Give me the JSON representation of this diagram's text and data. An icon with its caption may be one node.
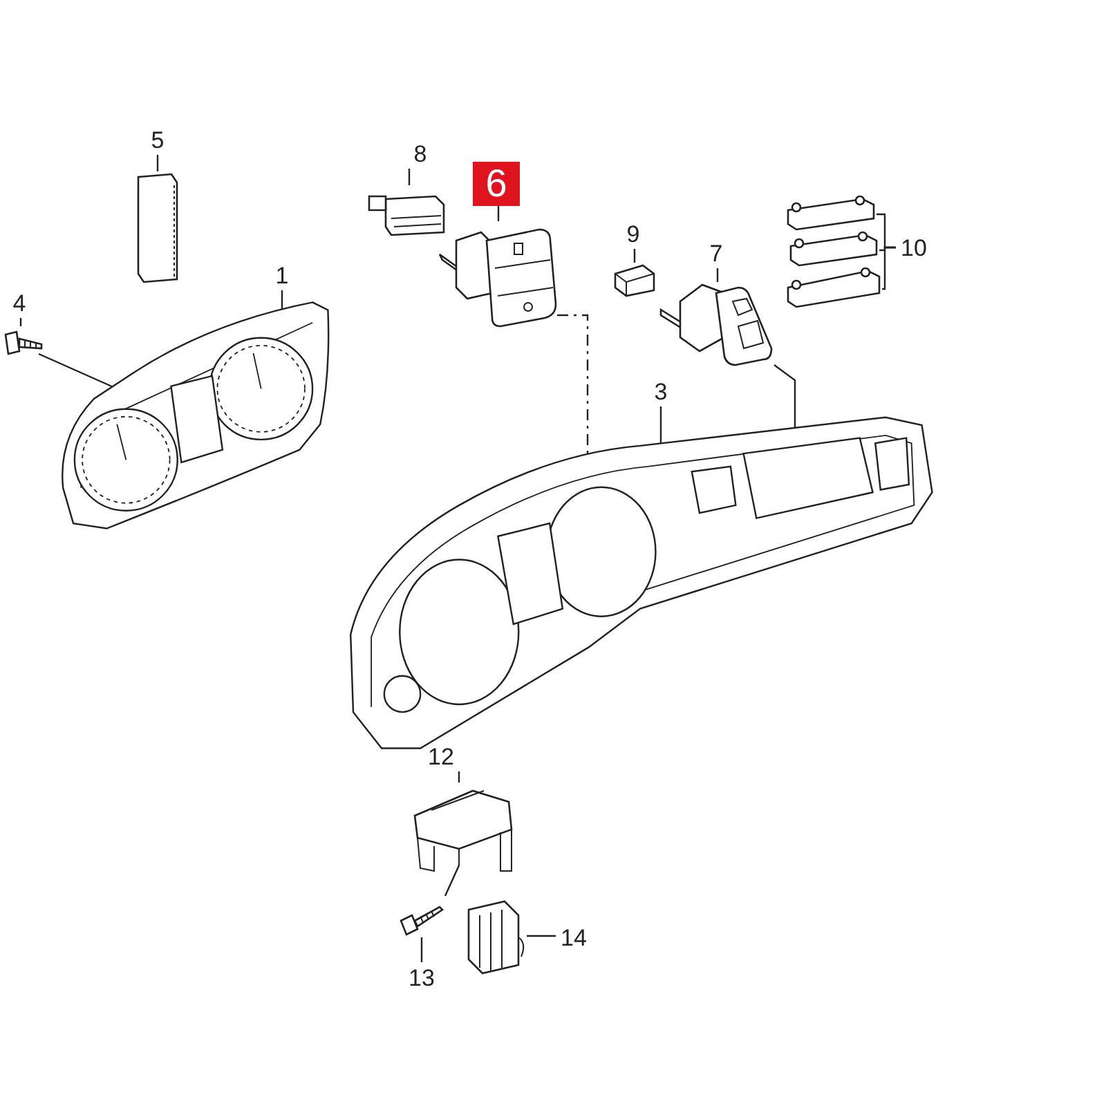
{
  "diagram": {
    "nodes": [
      {
        "text": [
          "8"
        ]
      },
      {
        "text": [
          "6"
        ]
      },
      {
        "text": [
          "5"
        ]
      },
      {
        "text": [
          "9"
        ]
      },
      {
        "text": [
          "7"
        ]
      },
      {
        "text": [
          "10"
        ]
      },
      {
        "text": [
          "4"
        ]
      },
      {
        "text": [
          "1"
        ]
      },
      {
        "text": [
          "3"
        ]
      },
      {
        "text": [
          "12"
        ]
      },
      {
        "text": [
          "14"
        ]
      },
      {
        "text": [
          "13"
        ]
      },
      {
        "text": [],
        "shape": "picture"
      },
      {
        "text": [],
        "shape": "picture"
      },
      {
        "text": [],
        "shape": "picture"
      },
      {
        "text": [],
        "shape": "picture"
      },
      {
        "text": [],
        "shape": "picture"
      },
      {
        "text": [],
        "shape": "picture"
      },
      {
        "text": [],
        "shape": "picture"
      },
      {
        "text": [],
        "shape": "picture"
      },
      {
        "text": [],
        "shape": "picture"
      },
      {
        "text": [],
        "shape": "picture"
      },
      {
        "text": [],
        "shape": "picture"
      },
      {
        "text": [],
        "shape": "picture"
      },
      {
        "text": [],
        "shape": "picture"
      },
      {
        "text": [],
        "shape": "picture"
      }
    ],
    "edges": [
      {
        "from": 0,
        "to": 12,
        "arrow": "none"
      },
      {
        "from": 1,
        "to": 13,
        "arrow": "none"
      },
      {
        "from": 2,
        "to": 14,
        "arrow": "none"
      },
      {
        "from": 3,
        "to": 15,
        "arrow": "none"
      },
      {
        "from": 4,
        "to": 16,
        "arrow": "none"
      },
      {
        "from": 5,
        "to": 17,
        "arrow": "none"
      },
      {
        "from": 5,
        "to": 18,
        "arrow": "none"
      },
      {
        "from": 5,
        "to": 19,
        "arrow": "none"
      },
      {
        "from": 6,
        "to": 20,
        "arrow": "none"
      },
      {
        "from": 7,
        "to": 21,
        "arrow": "none"
      },
      {
        "from": 8,
        "to": 22,
        "arrow": "none"
      },
      {
        "from": 9,
        "to": 23,
        "arrow": "none"
      },
      {
        "from": 10,
        "to": 24,
        "arrow": "none"
      },
      {
        "from": 11,
        "to": 25,
        "arrow": "none"
      },
      {
        "from": 20,
        "to": 21,
        "arrow": "none"
      },
      {
        "from": 13,
        "to": 22,
        "arrow": "none",
        "style": "dashed"
      },
      {
        "from": 16,
        "to": 22,
        "arrow": "none"
      },
      {
        "from": 25,
        "to": 23,
        "arrow": "none"
      }
    ]
  }
}
